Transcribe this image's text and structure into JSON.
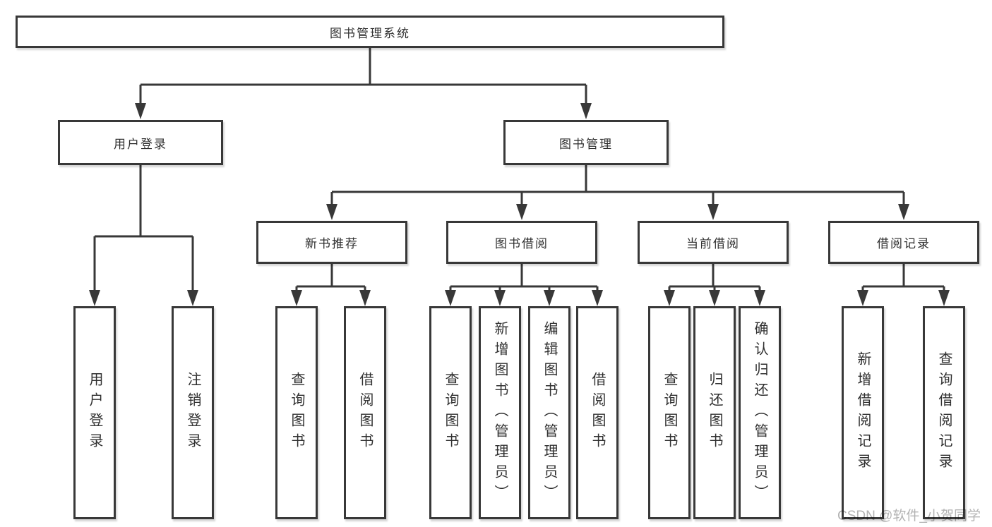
{
  "root": {
    "label": "图书管理系统",
    "children": [
      {
        "label": "用户登录",
        "children": [
          {
            "label": "用户登录"
          },
          {
            "label": "注销登录"
          }
        ]
      },
      {
        "label": "图书管理",
        "children": [
          {
            "label": "新书推荐",
            "children": [
              {
                "label": "查询图书"
              },
              {
                "label": "借阅图书"
              }
            ]
          },
          {
            "label": "图书借阅",
            "children": [
              {
                "label": "查询图书"
              },
              {
                "label": "新增图书（管理员）"
              },
              {
                "label": "编辑图书（管理员）"
              },
              {
                "label": "借阅图书"
              }
            ]
          },
          {
            "label": "当前借阅",
            "children": [
              {
                "label": "查询图书"
              },
              {
                "label": "归还图书"
              },
              {
                "label": "确认归还（管理员）"
              }
            ]
          },
          {
            "label": "借阅记录",
            "children": [
              {
                "label": "新增借阅记录"
              },
              {
                "label": "查询借阅记录"
              }
            ]
          }
        ]
      }
    ]
  },
  "watermark": "CSDN @软件_小贺同学"
}
